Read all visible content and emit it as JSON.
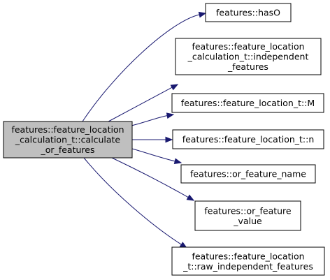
{
  "graph": {
    "colors": {
      "edge": "#191970",
      "source_fill": "#bfbfbf",
      "node_fill": "#ffffff",
      "border": "#000000"
    },
    "source": {
      "lines": [
        "features::feature_location",
        "_calculation_t::calculate",
        "_or_features"
      ]
    },
    "targets": [
      {
        "id": "hasO",
        "lines": [
          "features::hasO"
        ]
      },
      {
        "id": "independent-features",
        "lines": [
          "features::feature_location",
          "_calculation_t::independent",
          "_features"
        ]
      },
      {
        "id": "M",
        "lines": [
          "features::feature_location_t::M"
        ]
      },
      {
        "id": "n",
        "lines": [
          "features::feature_location_t::n"
        ]
      },
      {
        "id": "or-feature-name",
        "lines": [
          "features::or_feature_name"
        ]
      },
      {
        "id": "or-feature-value",
        "lines": [
          "features::or_feature",
          "_value"
        ]
      },
      {
        "id": "raw-independent-features",
        "lines": [
          "features::feature_location",
          "_t::raw_independent_features"
        ]
      }
    ]
  }
}
